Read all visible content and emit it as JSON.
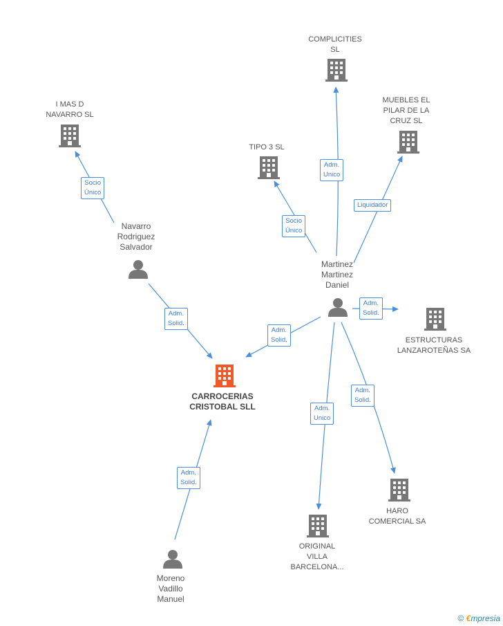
{
  "center": {
    "label": "CARROCERIAS\nCRISTOBAL SLL"
  },
  "companies": {
    "imas": "I MAS D\nNAVARRO SL",
    "complicities": "COMPLICITIES\nSL",
    "tipo3": "TIPO 3  SL",
    "muebles": "MUEBLES EL\nPILAR DE LA\nCRUZ  SL",
    "estructuras": "ESTRUCTURAS\nLANZAROTEÑAS SA",
    "haro": "HARO\nCOMERCIAL SA",
    "original": "ORIGINAL\nVILLA\nBARCELONA..."
  },
  "persons": {
    "navarro": "Navarro\nRodriguez\nSalvador",
    "martinez": "Martinez\nMartinez\nDaniel",
    "moreno": "Moreno\nVadillo\nManuel"
  },
  "edges": {
    "socio_unico_1": "Socio\nÚnico",
    "adm_solid_1": "Adm.\nSolid.",
    "adm_unico_1": "Adm.\nUnico",
    "socio_unico_2": "Socio\nÚnico",
    "liquidador": "Liquidador",
    "adm_solid_2": "Adm.\nSolid.",
    "adm_solid_3": "Adm.\nSolid.",
    "adm_unico_2": "Adm.\nUnico",
    "adm_solid_4": "Adm.\nSolid.",
    "adm_solid_5": "Adm.\nSolid."
  },
  "footer": {
    "copyright": "©",
    "e": "€",
    "brand": "mpresia"
  },
  "colors": {
    "edge": "#4a8fdc",
    "center_icon": "#f05a28",
    "icon": "#777777"
  }
}
